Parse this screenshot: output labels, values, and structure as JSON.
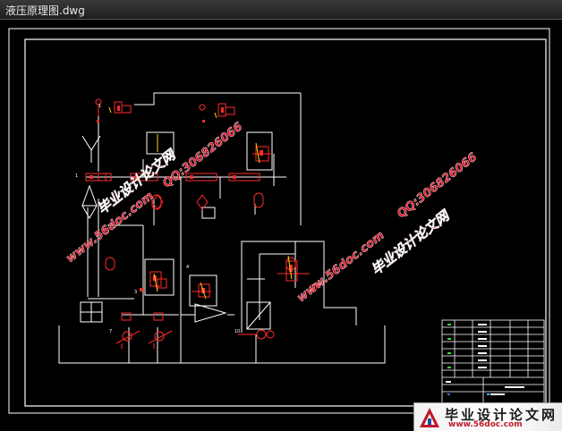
{
  "window": {
    "title": "液压原理图.dwg"
  },
  "watermarks": {
    "site_name": "毕业设计论文网",
    "site_url": "www.56doc.com",
    "qq": "QQ:306826066"
  },
  "badge": {
    "name": "毕业设计论文网",
    "url": "www.56doc.com"
  },
  "colors": {
    "background": "#000000",
    "drawing_line": "#ffffff",
    "component": "#ff2a2a",
    "watermark": "#e0152b",
    "titlebar": "#2a2a2a"
  }
}
